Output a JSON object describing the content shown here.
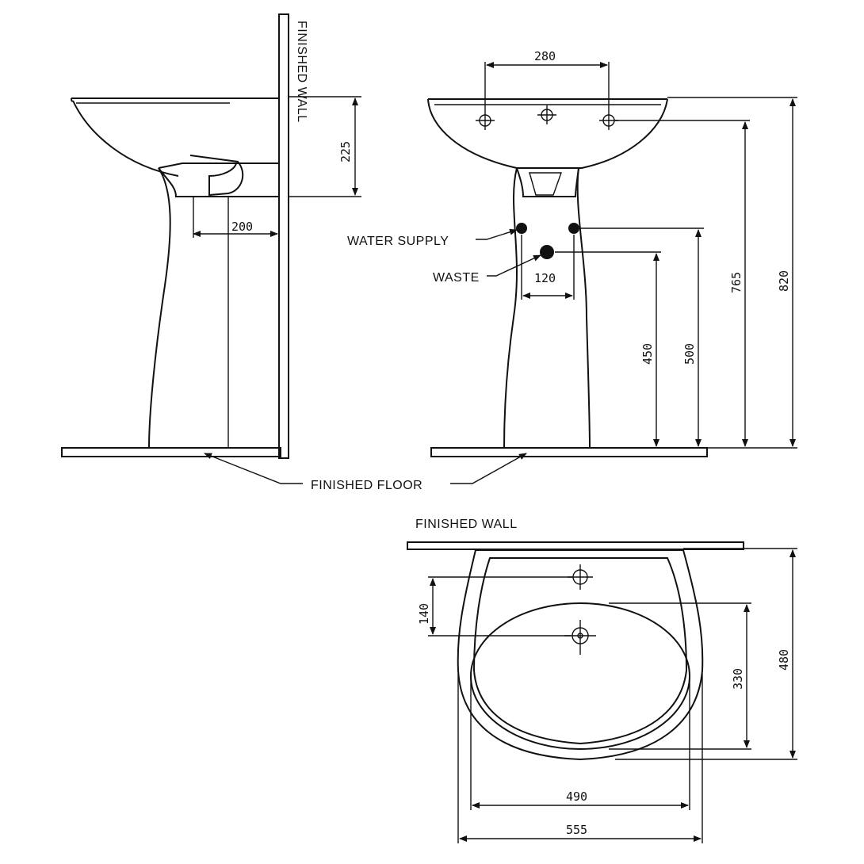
{
  "labels": {
    "finished_wall_side": "FINISHED WALL",
    "finished_floor": "FINISHED FLOOR",
    "finished_wall_plan": "FINISHED WALL",
    "water_supply": "WATER SUPPLY",
    "waste": "WASTE"
  },
  "dimensions": {
    "side_225": "225",
    "side_200": "200",
    "front_280": "280",
    "front_120": "120",
    "front_450": "450",
    "front_500": "500",
    "front_765": "765",
    "front_820": "820",
    "plan_140": "140",
    "plan_330": "330",
    "plan_480": "480",
    "plan_490": "490",
    "plan_555": "555"
  }
}
